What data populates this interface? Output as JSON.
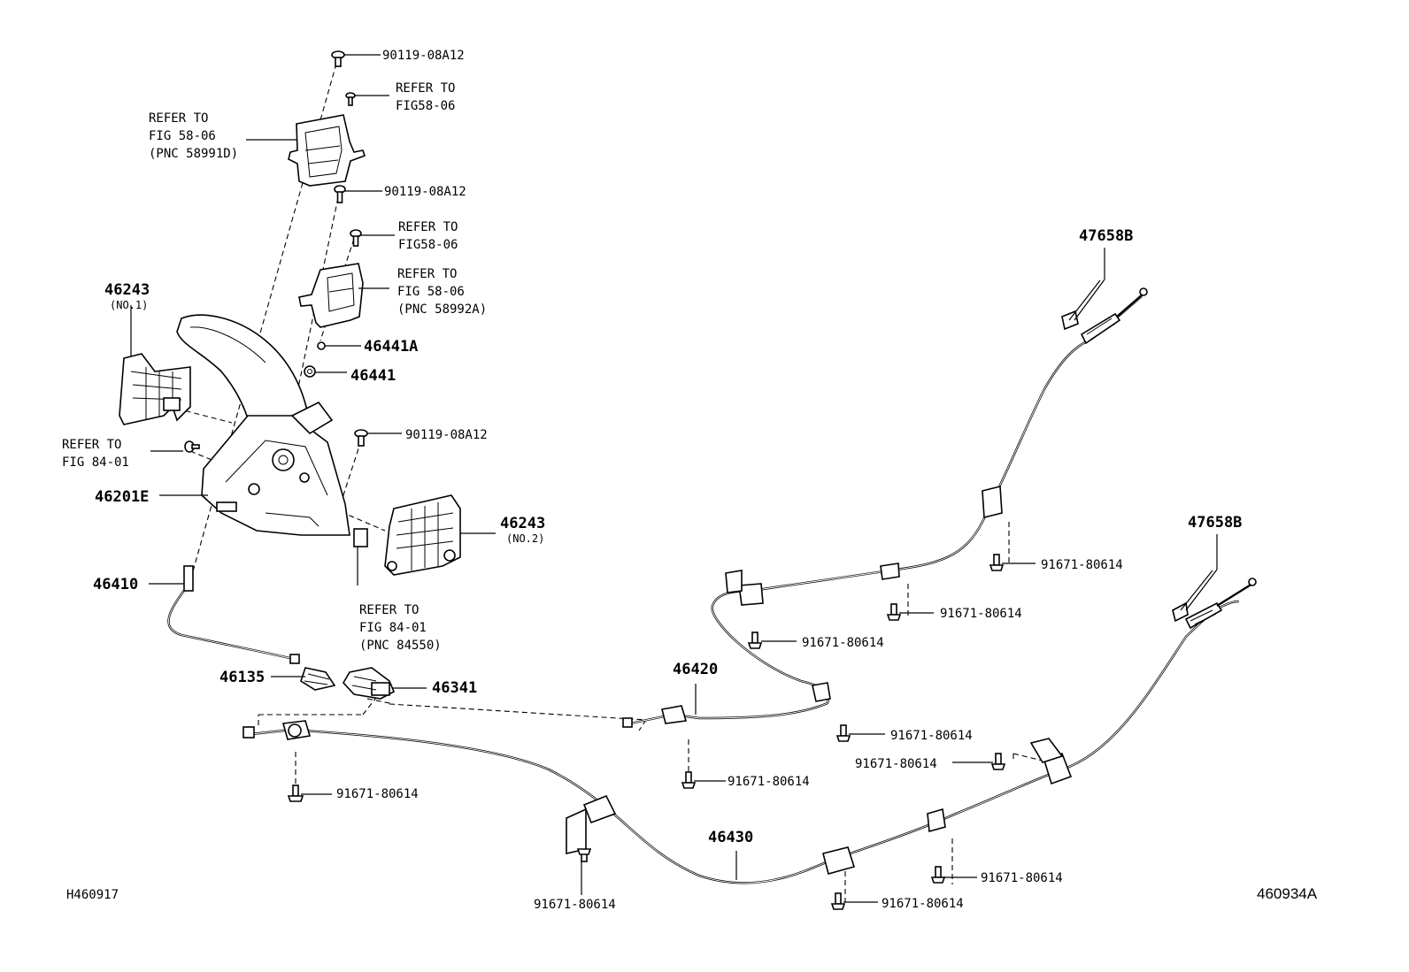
{
  "labels": {
    "bolt_top": "90119-08A12",
    "refer_top_right_1": "REFER TO",
    "refer_top_right_2": "FIG58-06",
    "refer_left_1": "REFER TO",
    "refer_left_2": "FIG 58-06",
    "refer_left_3": "(PNC 58991D)",
    "bolt_mid": "90119-08A12",
    "refer_mid_1": "REFER TO",
    "refer_mid_2": "FIG58-06",
    "refer_bracket_1": "REFER TO",
    "refer_bracket_2": "FIG 58-06",
    "refer_bracket_3": "(PNC 58992A)",
    "p46441A": "46441A",
    "p46441": "46441",
    "bolt_lower": "90119-08A12",
    "p46243_no1": "46243",
    "no1": "(NO.1)",
    "refer_8401_1": "REFER TO",
    "refer_8401_2": "FIG 84-01",
    "p46201E": "46201E",
    "p46243_no2": "46243",
    "no2": "(NO.2)",
    "p46410": "46410",
    "refer_84550_1": "REFER TO",
    "refer_84550_2": "FIG 84-01",
    "refer_84550_3": "(PNC 84550)",
    "p46135": "46135",
    "p46341": "46341",
    "bolt_46430_left": "91671-80614",
    "bolt_46430_clamp": "91671-80614",
    "p46430": "46430",
    "p46420": "46420",
    "bolt_46420_bottom": "91671-80614",
    "bolt_46420_right": "91671-80614",
    "bolt_46420_mid": "91671-80614",
    "bolt_upper_clamp": "91671-80614",
    "bolt_upper_bracket": "91671-80614",
    "p47658B_top": "47658B",
    "p47658B_bottom": "47658B",
    "bolt_right_clamp": "91671-80614",
    "bolt_lower_center1": "91671-80614",
    "bolt_lower_center2": "91671-80614",
    "id_left": "H460917",
    "id_right": "460934A"
  }
}
